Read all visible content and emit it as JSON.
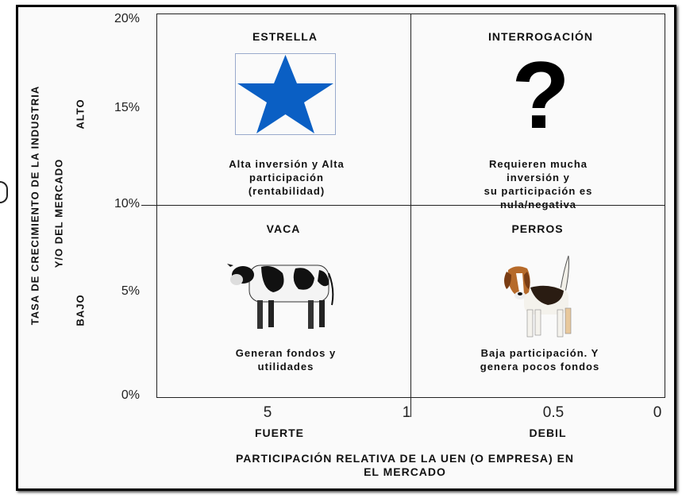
{
  "y_axis": {
    "title_line1": "TASA DE CRECIMIENTO DE LA INDUSTRIA",
    "title_line2": "Y/O DEL MERCADO",
    "high_label": "ALTO",
    "low_label": "BAJO",
    "ticks": [
      "20%",
      "15%",
      "10%",
      "5%",
      "0%"
    ]
  },
  "x_axis": {
    "title_line1": "PARTICIPACIÓN RELATIVA DE LA UEN (O EMPRESA) EN",
    "title_line2": "EL MERCADO",
    "strong_label": "FUERTE",
    "weak_label": "DEBIL",
    "ticks": [
      "5",
      "1",
      "0.5",
      "0"
    ]
  },
  "quadrants": {
    "star": {
      "title": "ESTRELLA",
      "desc_line1": "Alta inversión y Alta",
      "desc_line2": "participación",
      "desc_line3": "(rentabilidad)",
      "icon": "star-icon",
      "color": "#0a5fc4"
    },
    "question": {
      "title": "INTERROGACIÓN",
      "desc_line1": "Requieren mucha inversión y",
      "desc_line2": "su participación es",
      "desc_line3": "nula/negativa",
      "symbol": "?",
      "icon": "question-mark-icon"
    },
    "cow": {
      "title": "VACA",
      "desc_line1": "Generan fondos y",
      "desc_line2": "utilidades",
      "icon": "cow-icon"
    },
    "dog": {
      "title": "PERROS",
      "desc_line1": "Baja participación. Y",
      "desc_line2": "genera pocos fondos",
      "icon": "dog-icon"
    }
  }
}
